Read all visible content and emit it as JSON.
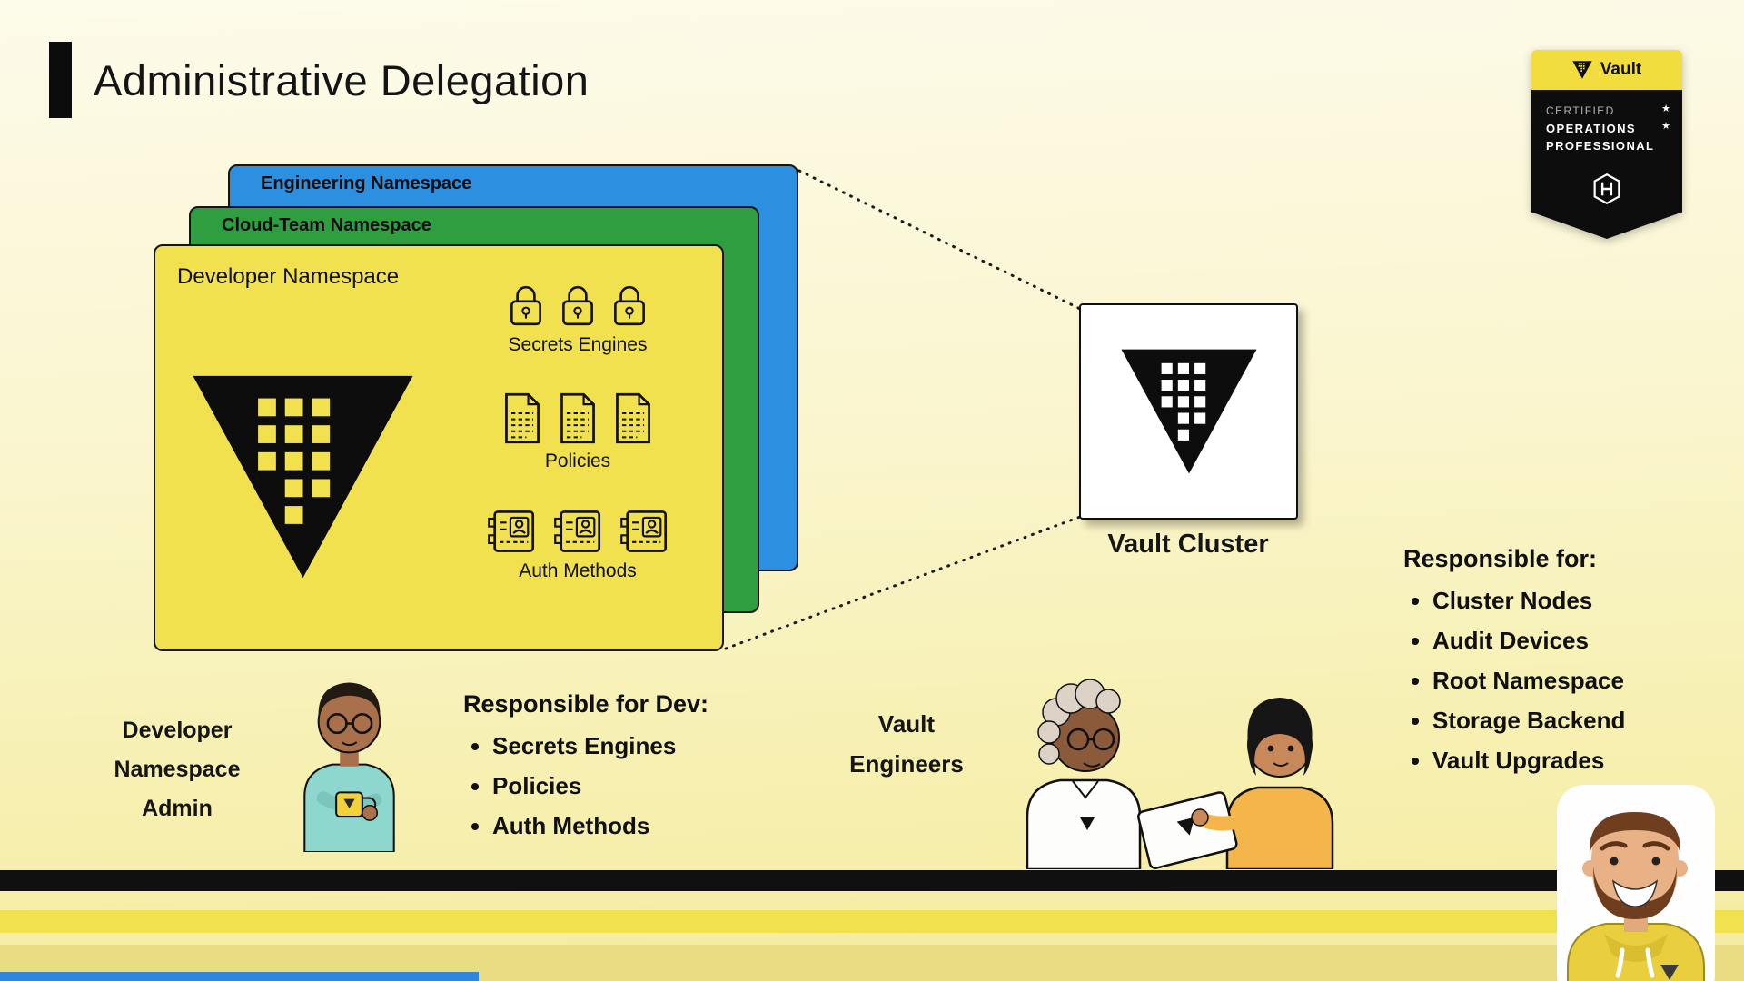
{
  "slide": {
    "title": "Administrative Delegation"
  },
  "badge": {
    "brand": "Vault",
    "cert_line1": "CERTIFIED",
    "cert_line2": "OPERATIONS",
    "cert_line3": "PROFESSIONAL",
    "star": "★"
  },
  "namespaces": {
    "engineering": "Engineering Namespace",
    "cloud_team": "Cloud-Team Namespace",
    "developer": "Developer Namespace"
  },
  "dev_namespace_contents": {
    "secrets_engines_label": "Secrets Engines",
    "policies_label": "Policies",
    "auth_methods_label": "Auth Methods"
  },
  "cluster": {
    "label": "Vault Cluster"
  },
  "admin": {
    "name_line1": "Developer",
    "name_line2": "Namespace",
    "name_line3": "Admin",
    "resp_title": "Responsible for Dev:",
    "items": [
      "Secrets Engines",
      "Policies",
      "Auth Methods"
    ]
  },
  "engineers": {
    "name_line1": "Vault",
    "name_line2": "Engineers",
    "resp_title": "Responsible for:",
    "items": [
      "Cluster Nodes",
      "Audit Devices",
      "Root Namespace",
      "Storage Backend",
      "Vault Upgrades"
    ]
  },
  "icons": {
    "vault_logo": "vault-triangle-logo",
    "hashicorp_logo": "hashicorp-h-logo",
    "padlock": "padlock-icon",
    "policy_doc": "policy-document-icon",
    "auth_card": "auth-id-card-icon"
  },
  "colors": {
    "namespace_yellow": "#F2E14E",
    "namespace_green": "#2F9E41",
    "namespace_blue": "#2D8FE0",
    "badge_yellow": "#F2DD3E",
    "stripe_black": "#101010",
    "progress_blue": "#2E86DE"
  }
}
